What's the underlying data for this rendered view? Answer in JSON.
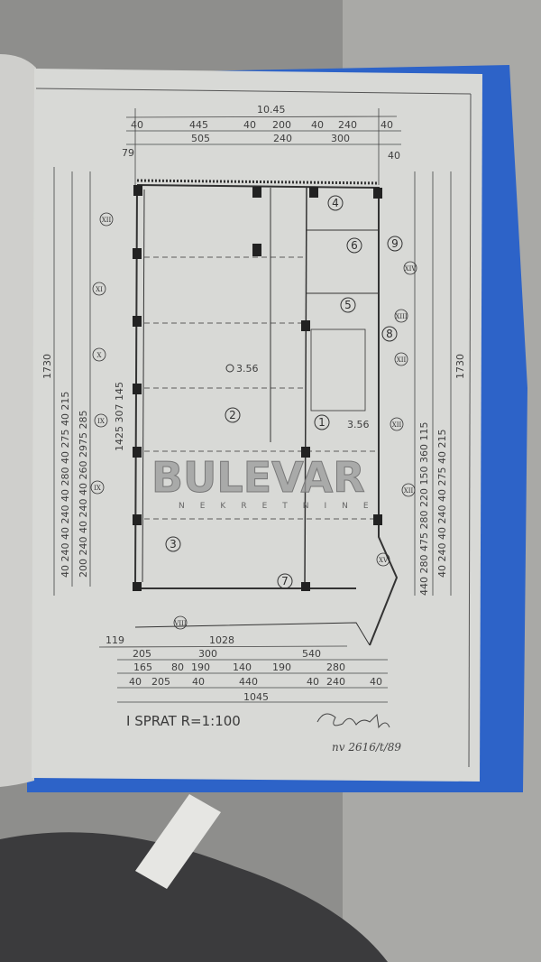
{
  "drawing": {
    "title": "I SPRAT R=1:100",
    "level_mark": "3.56",
    "level_mark_stair": "3.56",
    "signature_note": "nv 2616/t/89",
    "watermark": {
      "brand": "BULEVAR",
      "sub": "NEKRETNINE"
    },
    "rooms": [
      "1",
      "2",
      "3",
      "4",
      "5",
      "6",
      "7",
      "8",
      "9"
    ],
    "top_dims": {
      "total": "10.45",
      "row2": [
        "40",
        "445",
        "40",
        "200",
        "40",
        "240",
        "40"
      ],
      "row3": [
        "505",
        "240",
        "300"
      ],
      "side_left": "79",
      "side_right": "40"
    },
    "bottom_dims": {
      "row1": [
        "119",
        "1028"
      ],
      "row2": [
        "205",
        "300",
        "540"
      ],
      "row3": [
        "165",
        "80",
        "190",
        "140",
        "190",
        "280"
      ],
      "row4": [
        "40",
        "205",
        "40",
        "440",
        "40",
        "240",
        "40"
      ],
      "total": "1045"
    },
    "left_dims": {
      "outer": "1730",
      "chain1": "40 240 40 240 40 280 40 275 40 215",
      "chain2": "200 240 40 240 40 260 2975 285",
      "chain3": "1425 307 145"
    },
    "right_dims": {
      "outer": "1730",
      "chain1": "40 240 40 240 40 275 40 215",
      "chain2": "440 280 475 280 220 150 360 115"
    },
    "axis_marks_left": [
      "XII",
      "XI",
      "X",
      "IX",
      "IX",
      "VIII"
    ],
    "axis_marks_right": [
      "XIV",
      "XIII",
      "XII",
      "XII",
      "XII",
      "XV"
    ]
  },
  "colors": {
    "paper": "#d8d9d6",
    "folder": "#2d63c8",
    "ink": "#3a3a3a",
    "fabric": "#8c8c8a",
    "knit": "#3b3b3d"
  }
}
